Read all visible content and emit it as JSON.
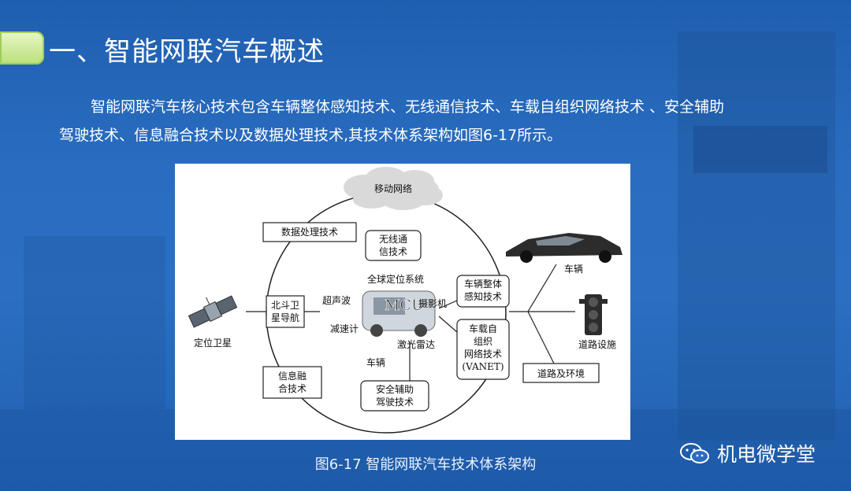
{
  "slide": {
    "title": "一、智能网联汽车概述",
    "paragraph_line1": "智能网联汽车核心技术包含车辆整体感知技术、无线通信技术、车载自组织网络技术 、安全辅助",
    "paragraph_line2": "驾驶技术、信息融合技术以及数据处理技术,其技术体系架构如图6-17所示。",
    "caption": "图6-17    智能网联汽车技术体系架构",
    "brand": "机电微学堂"
  },
  "diagram": {
    "cloud": "移动网络",
    "data_processing": "数据处理技术",
    "wireless_1": "无线通",
    "wireless_2": "信技术",
    "gps": "全球定位系统",
    "beidou_1": "北斗卫",
    "beidou_2": "星导航",
    "ultrasonic": "超声波",
    "mcu": "MCU",
    "camera": "摄影机",
    "speed_meter": "减速计",
    "lidar": "激光雷达",
    "vehicle_center": "车辆",
    "perception_1": "车辆整体",
    "perception_2": "感知技术",
    "vanet_1": "车载自",
    "vanet_2": "组织",
    "vanet_3": "网络技术",
    "vanet_4": "(VANET)",
    "fusion_1": "信息融",
    "fusion_2": "合技术",
    "safety_1": "安全辅助",
    "safety_2": "驾驶技术",
    "satellite_label": "定位卫星",
    "car_label": "车辆",
    "road_facility": "道路设施",
    "road_env": "道路及环境"
  },
  "colors": {
    "background": "#2a6dc0",
    "accent": "#b9e07a"
  }
}
